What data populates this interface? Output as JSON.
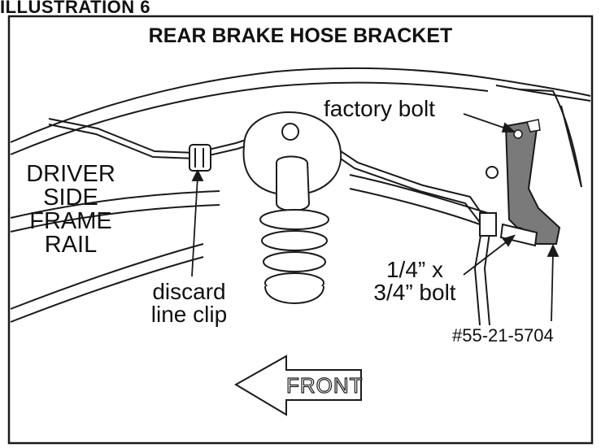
{
  "header": {
    "text": "ILLUSTRATION 6"
  },
  "diagram": {
    "title": "REAR BRAKE HOSE BRACKET",
    "labels": {
      "frame_rail": [
        "DRIVER",
        "SIDE",
        "FRAME",
        "RAIL"
      ],
      "factory_bolt": "factory bolt",
      "line_clip": [
        "discard",
        "line clip"
      ],
      "small_bolt": [
        "1/4” x",
        "3/4” bolt"
      ],
      "part_number": "#55-21-5704",
      "front_arrow": "FRONT"
    }
  },
  "colors": {
    "line": "#1a1a1a",
    "bracket": "#7a7a7a",
    "background": "#ffffff"
  }
}
